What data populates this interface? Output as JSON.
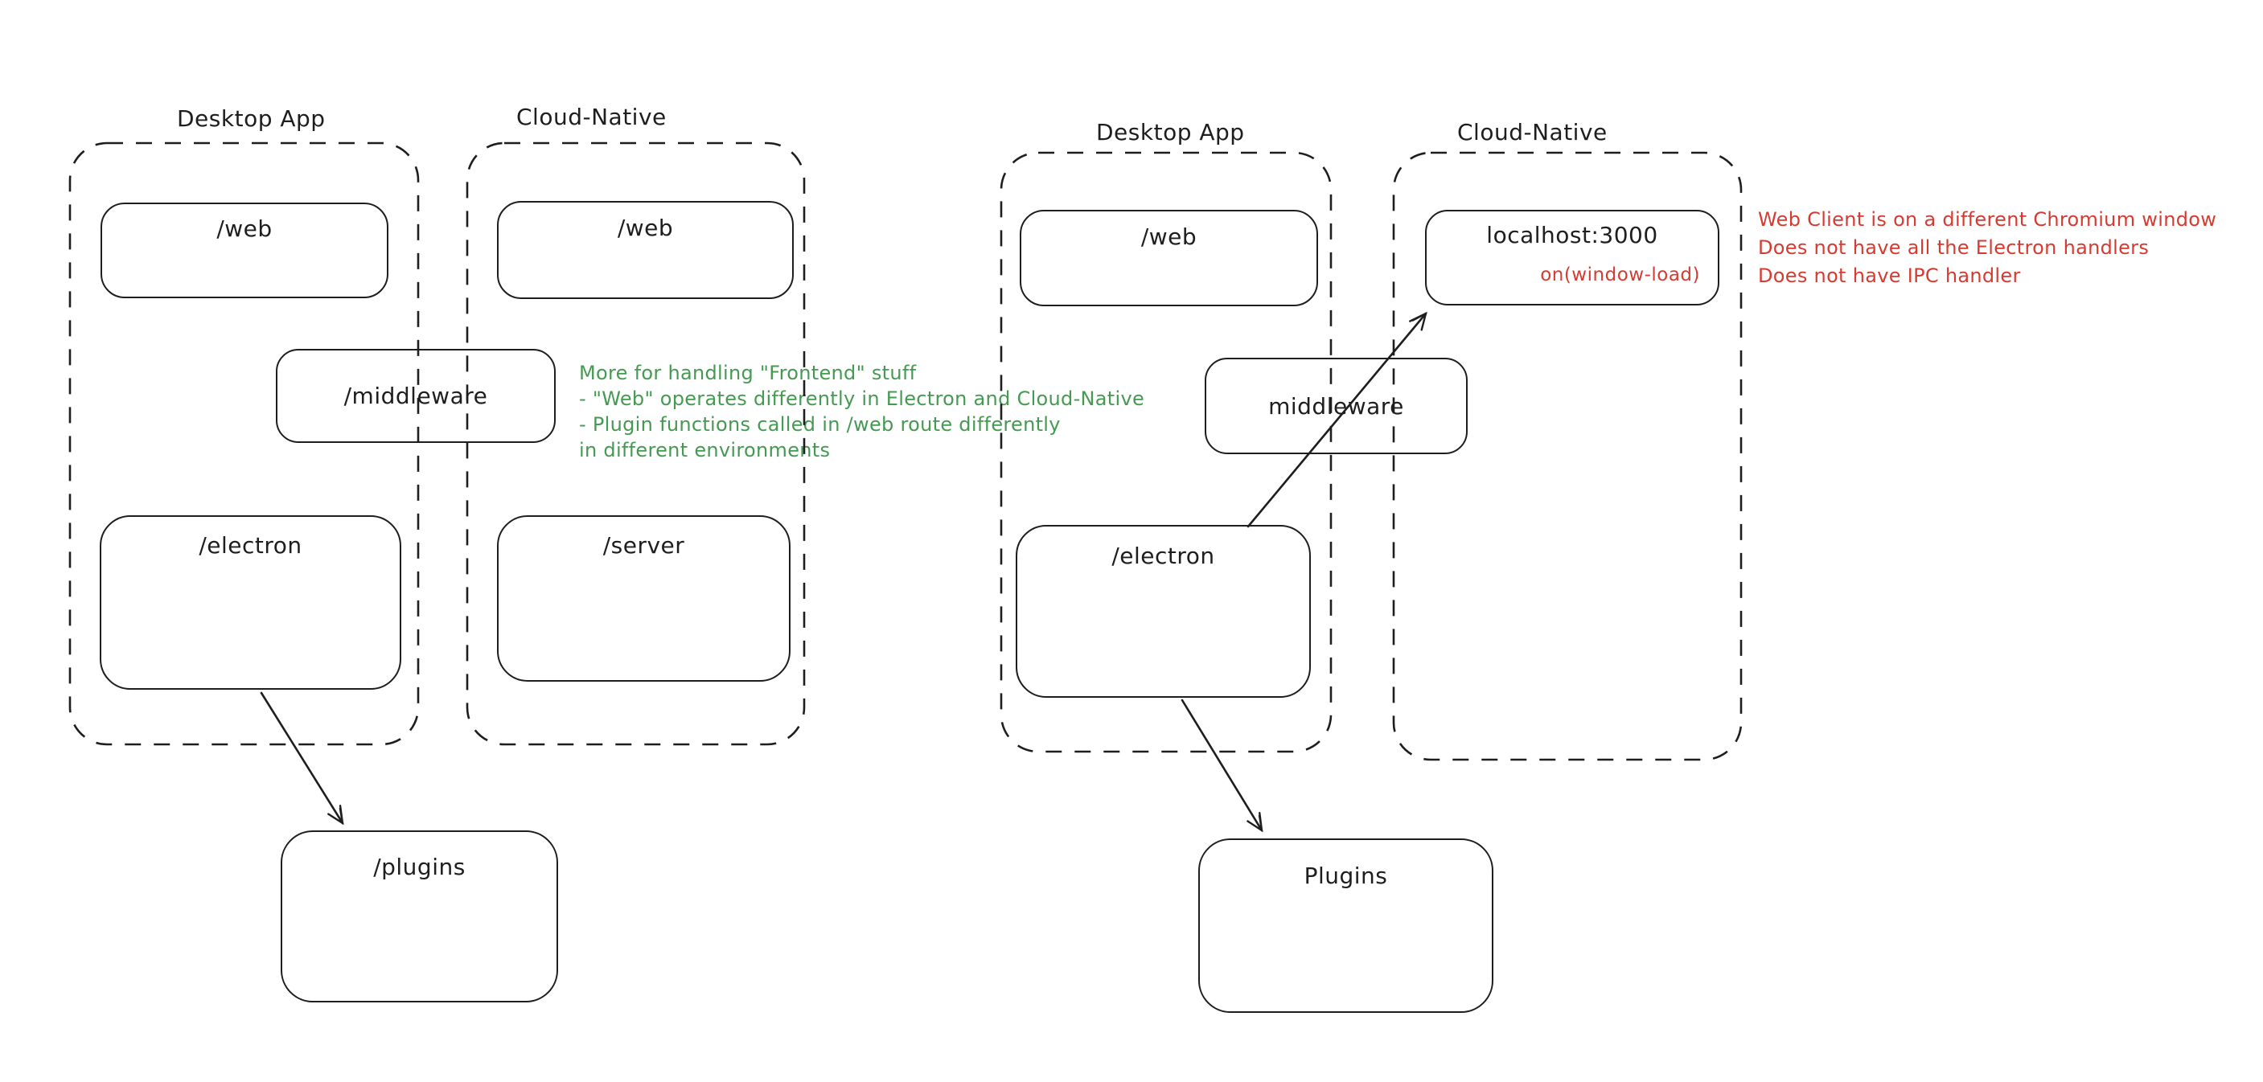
{
  "palette": {
    "stroke": "#1e1e1e",
    "red": "#d63b31",
    "green": "#459a52",
    "background": "#ffffff"
  },
  "left": {
    "desktop_label": "Desktop App",
    "cloud_label": "Cloud-Native",
    "boxes": {
      "web_desktop": "/web",
      "web_cloud": "/web",
      "middleware": "/middleware",
      "electron": "/electron",
      "server": "/server",
      "plugins": "/plugins"
    },
    "note_lines": [
      "More for handling \"Frontend\" stuff",
      "- \"Web\" operates differently in Electron and Cloud-Native",
      "- Plugin functions called in /web route differently",
      "in different environments"
    ]
  },
  "right": {
    "desktop_label": "Desktop App",
    "cloud_label": "Cloud-Native",
    "boxes": {
      "web": "/web",
      "localhost": "localhost:3000",
      "window_load": "on(window-load)",
      "middleware": "middleware",
      "electron": "/electron",
      "plugins": "Plugins"
    },
    "note_lines": [
      "Web Client is on a different Chromium window",
      "Does not have all the Electron handlers",
      "Does not have IPC handler"
    ]
  }
}
